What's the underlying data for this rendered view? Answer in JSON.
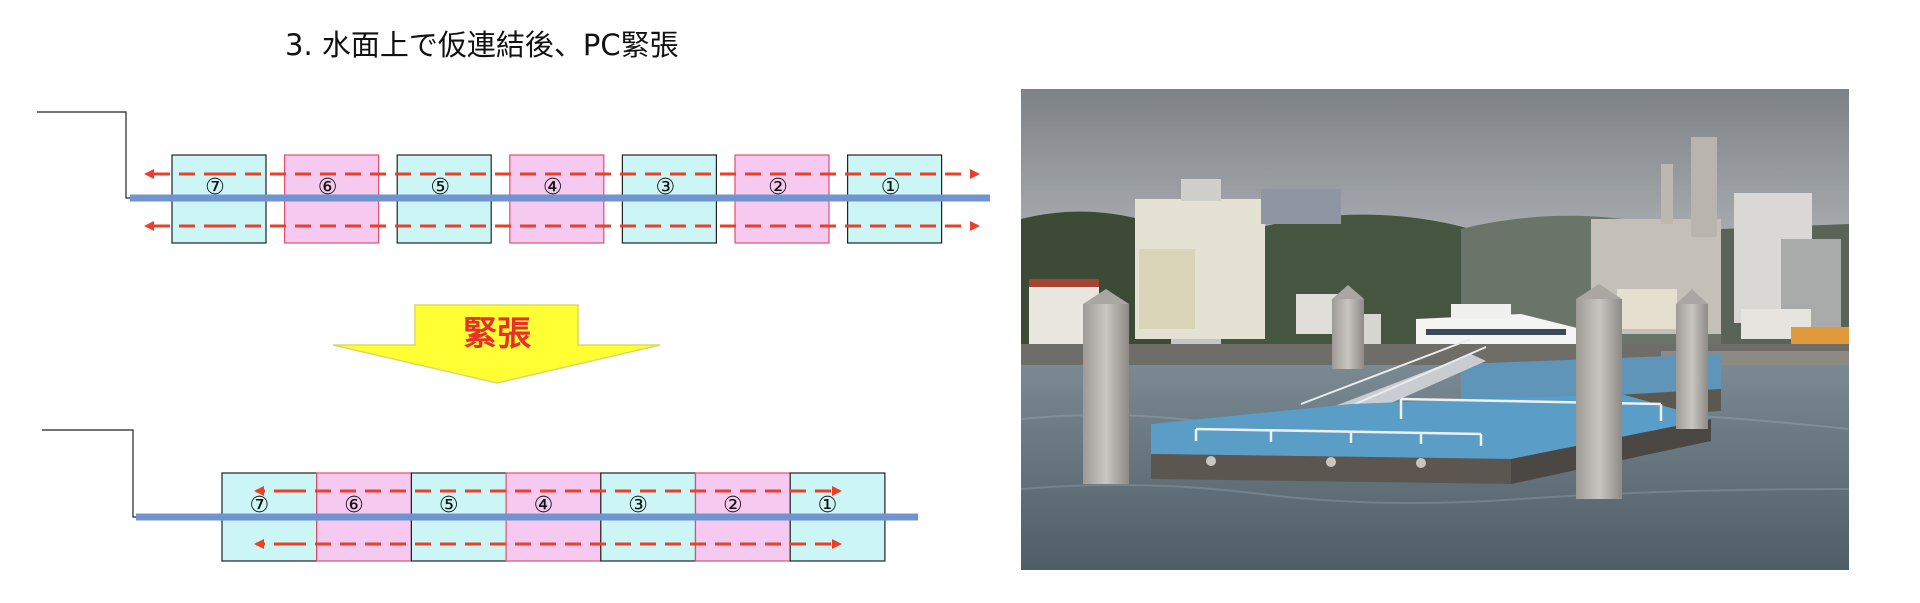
{
  "slide": {
    "title": "3. 水面上で仮連結後、PC緊張"
  },
  "diagram": {
    "step_arrow_label": "緊張",
    "colors": {
      "block_cyan": "#ccf6f6",
      "block_pink": "#f5c9f0",
      "pink_border": "#e0506e",
      "cable_blue": "#6f94d0",
      "tendon_red": "#e8402a",
      "arrow_yellow": "#ffff33",
      "label_red": "#e8302a"
    },
    "before": {
      "blocks": [
        {
          "label": "⑦",
          "color": "cyan"
        },
        {
          "label": "⑥",
          "color": "pink"
        },
        {
          "label": "⑤",
          "color": "cyan"
        },
        {
          "label": "④",
          "color": "pink"
        },
        {
          "label": "③",
          "color": "cyan"
        },
        {
          "label": "②",
          "color": "pink"
        },
        {
          "label": "①",
          "color": "cyan"
        }
      ]
    },
    "after": {
      "blocks": [
        {
          "label": "⑦",
          "color": "cyan"
        },
        {
          "label": "⑥",
          "color": "pink"
        },
        {
          "label": "⑤",
          "color": "cyan"
        },
        {
          "label": "④",
          "color": "pink"
        },
        {
          "label": "③",
          "color": "cyan"
        },
        {
          "label": "②",
          "color": "pink"
        },
        {
          "label": "①",
          "color": "cyan"
        }
      ]
    }
  },
  "photo": {
    "subject": "floating pier in harbor with ferry, gray pile towers and blue deck"
  }
}
